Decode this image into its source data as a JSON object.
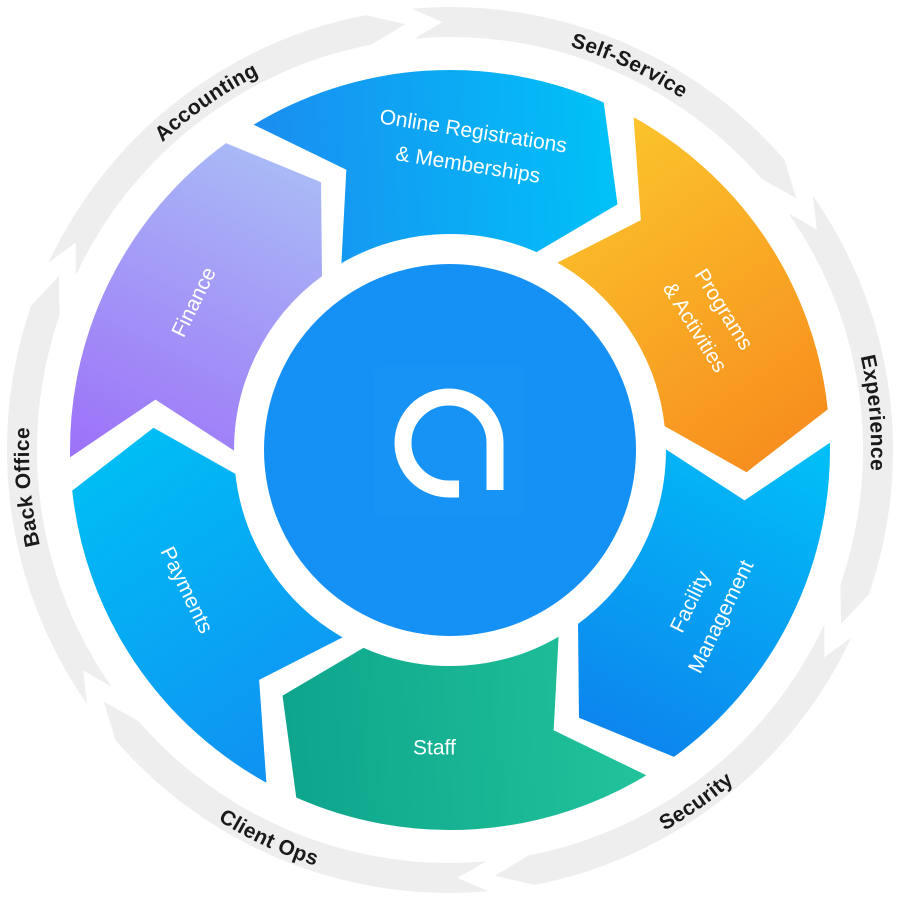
{
  "center_logo": {
    "icon": "a-letter-logo-icon",
    "color": "#1590f5"
  },
  "segments": [
    {
      "id": "online-registrations",
      "lines": [
        "Online Registrations",
        "& Memberships"
      ],
      "colors": [
        "#1b8cf0",
        "#00c1f7"
      ]
    },
    {
      "id": "programs-activities",
      "lines": [
        "Programs",
        "& Activities"
      ],
      "colors": [
        "#fbc52c",
        "#f78f1e"
      ]
    },
    {
      "id": "facility-management",
      "lines": [
        "Facility",
        "Management"
      ],
      "colors": [
        "#00c2f8",
        "#0d86ee"
      ]
    },
    {
      "id": "staff",
      "lines": [
        "Staff"
      ],
      "colors": [
        "#22c49b",
        "#0ea58c"
      ]
    },
    {
      "id": "payments",
      "lines": [
        "Payments"
      ],
      "colors": [
        "#1090f2",
        "#00bdf5"
      ]
    },
    {
      "id": "finance",
      "lines": [
        "Finance"
      ],
      "colors": [
        "#9c6ff8",
        "#a9b9f6"
      ]
    }
  ],
  "outer_labels": [
    "Self-Service",
    "Experience",
    "Security",
    "Client Ops",
    "Back Office",
    "Accounting"
  ],
  "outer_ring_color": "#eeeeee"
}
